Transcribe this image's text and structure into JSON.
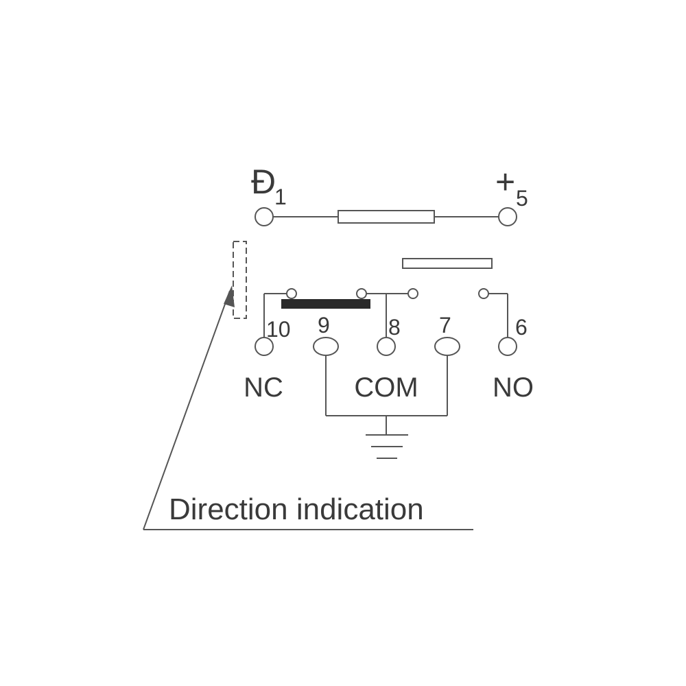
{
  "coil": {
    "minus_symbol": "Đ",
    "minus_pin": "1",
    "plus_symbol": "+",
    "plus_pin": "5"
  },
  "pins": {
    "nc_pin": "10",
    "com_pin_a": "9",
    "com_pin_b": "8",
    "com_pin_c": "7",
    "no_pin": "6"
  },
  "labels": {
    "nc": "NC",
    "com": "COM",
    "no": "NO",
    "direction": "Direction indication"
  },
  "colors": {
    "line": "#555555",
    "text": "#3a3a3a",
    "contact_bar": "#2a2a2a"
  }
}
